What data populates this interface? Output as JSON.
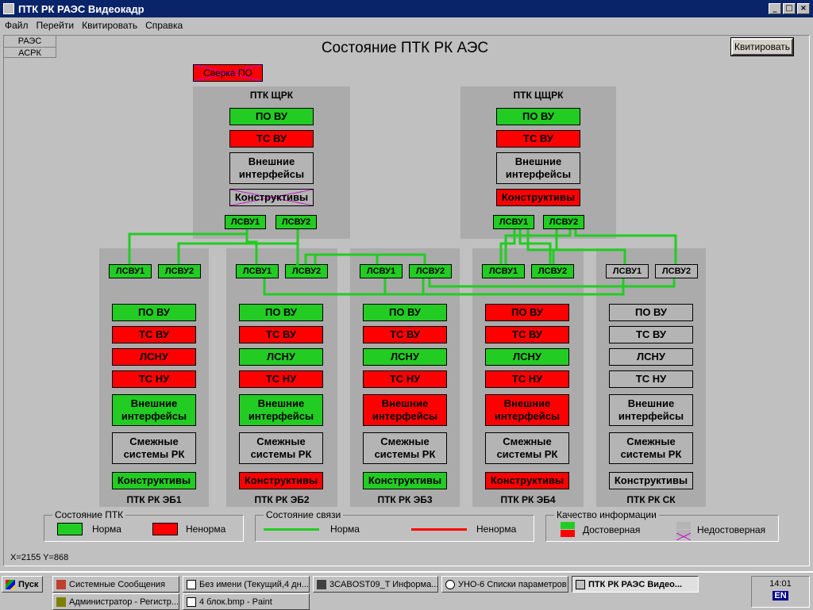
{
  "window": {
    "title": "ПТК РК РАЭС Видеокадр",
    "btn_min": "_",
    "btn_max": "□",
    "btn_close": "×"
  },
  "menu": [
    "Файл",
    "Перейти",
    "Квитировать",
    "Справка"
  ],
  "sidetabs": [
    "РАЭС",
    "АСРК"
  ],
  "page_title": "Состояние ПТК РК АЭС",
  "ack_button": "Квитировать",
  "sverka_label": "Сверка ПО",
  "top_panels": [
    {
      "title": "ПТК ЩРК",
      "po": "ПО ВУ",
      "ts": "ТС ВУ",
      "ext": "Внешние интерфейсы",
      "constr": "Конструктивы",
      "lsvu1": "ЛСВУ1",
      "lsvu2": "ЛСВУ2"
    },
    {
      "title": "ПТК ЦЩРК",
      "po": "ПО ВУ",
      "ts": "ТС ВУ",
      "ext": "Внешние интерфейсы",
      "constr": "Конструктивы",
      "lsvu1": "ЛСВУ1",
      "lsvu2": "ЛСВУ2"
    }
  ],
  "units": [
    {
      "title": "ПТК РК ЭБ1",
      "lsvu1": "ЛСВУ1",
      "lsvu2": "ЛСВУ2",
      "items": [
        "ПО ВУ",
        "ТС ВУ",
        "ЛСНУ",
        "ТС НУ",
        "Внешние интерфейсы",
        "Смежные системы РК",
        "Конструктивы"
      ]
    },
    {
      "title": "ПТК РК ЭБ2",
      "lsvu1": "ЛСВУ1",
      "lsvu2": "ЛСВУ2",
      "items": [
        "ПО ВУ",
        "ТС ВУ",
        "ЛСНУ",
        "ТС НУ",
        "Внешние интерфейсы",
        "Смежные системы РК",
        "Конструктивы"
      ]
    },
    {
      "title": "ПТК РК ЭБ3",
      "lsvu1": "ЛСВУ1",
      "lsvu2": "ЛСВУ2",
      "items": [
        "ПО ВУ",
        "ТС ВУ",
        "ЛСНУ",
        "ТС НУ",
        "Внешние интерфейсы",
        "Смежные системы РК",
        "Конструктивы"
      ]
    },
    {
      "title": "ПТК РК ЭБ4",
      "lsvu1": "ЛСВУ1",
      "lsvu2": "ЛСВУ2",
      "items": [
        "ПО ВУ",
        "ТС ВУ",
        "ЛСНУ",
        "ТС НУ",
        "Внешние интерфейсы",
        "Смежные системы РК",
        "Конструктивы"
      ]
    },
    {
      "title": "ПТК РК СК",
      "lsvu1": "ЛСВУ1",
      "lsvu2": "ЛСВУ2",
      "items": [
        "ПО ВУ",
        "ТС ВУ",
        "ЛСНУ",
        "ТС НУ",
        "Внешние интерфейсы",
        "Смежные системы РК",
        "Конструктивы"
      ]
    }
  ],
  "legend": {
    "ptk": {
      "title": "Состояние ПТК",
      "norm": "Норма",
      "abnorm": "Ненорма"
    },
    "link": {
      "title": "Состояние связи",
      "norm": "Норма",
      "abnorm": "Ненорма"
    },
    "quality": {
      "title": "Качество информации",
      "valid": "Достоверная",
      "invalid": "Недостоверная"
    }
  },
  "colors": {
    "norm": "#22cc22",
    "abnorm": "#ff0000",
    "invalid": "#b4b4b4",
    "invalid_cross": "#cc00cc"
  },
  "coords": "X=2155 Y=868",
  "taskbar": {
    "start": "Пуск",
    "tasks": [
      "Системные Сообщения",
      "Без имени (Текущий,4 дн...",
      "3CABOST09_T Информа...",
      "УНО-6 Списки параметров",
      "ПТК РК РАЭС Видео...",
      "Администратор - Регистр...",
      "4 блок.bmp - Paint"
    ],
    "clock": "14:01",
    "lang": "EN"
  }
}
